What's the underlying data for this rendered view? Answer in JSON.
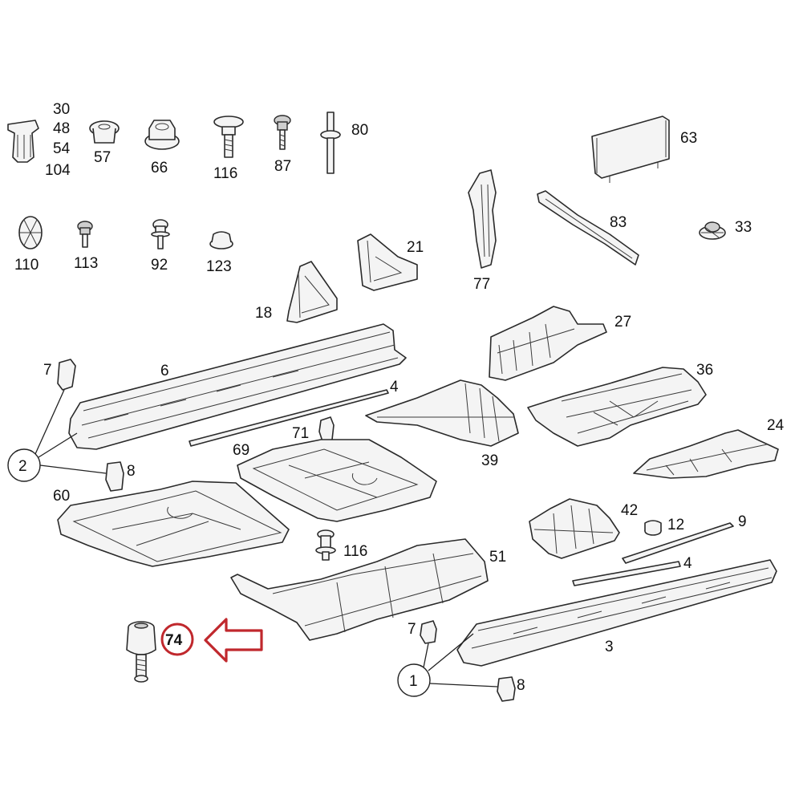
{
  "labels": {
    "l30": "30",
    "l48": "48",
    "l54": "54",
    "l104": "104",
    "l57": "57",
    "l66": "66",
    "l116a": "116",
    "l87": "87",
    "l80": "80",
    "l63": "63",
    "l110": "110",
    "l113": "113",
    "l92": "92",
    "l123": "123",
    "l21": "21",
    "l77": "77",
    "l83": "83",
    "l33": "33",
    "l18": "18",
    "l27": "27",
    "l6": "6",
    "l7a": "7",
    "l4a": "4",
    "l36": "36",
    "l71": "71",
    "l69": "69",
    "l39": "39",
    "l24": "24",
    "l2": "2",
    "l8a": "8",
    "l60": "60",
    "l42": "42",
    "l12": "12",
    "l9": "9",
    "l116b": "116",
    "l51": "51",
    "l4b": "4",
    "l74": "74",
    "l7b": "7",
    "l3": "3",
    "l1": "1",
    "l8b": "8"
  },
  "highlight": {
    "part_number": "74",
    "color": "#c0282d"
  },
  "colors": {
    "line": "#2a2a2a",
    "fill": "#f4f4f4",
    "accent": "#c0282d"
  }
}
